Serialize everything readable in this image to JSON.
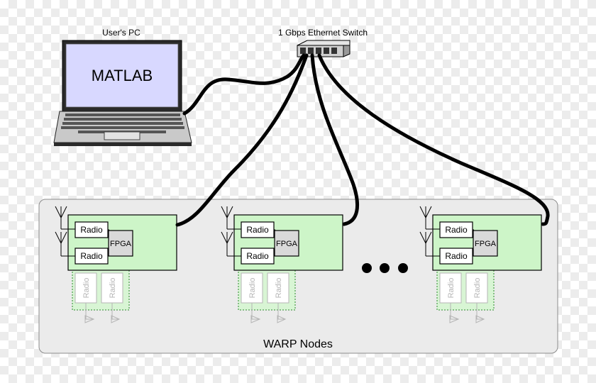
{
  "pc": {
    "caption": "User's PC",
    "screen_text": "MATLAB",
    "screen_color": "#d8d8ff"
  },
  "switch": {
    "caption": "1 Gbps Ethernet Switch"
  },
  "nodes_group": {
    "caption": "WARP Nodes"
  },
  "node": {
    "radio_label": "Radio",
    "fpga_label": "FPGA",
    "board_color": "#cdf5c8"
  },
  "nodes": [
    {
      "id": "node-1"
    },
    {
      "id": "node-2"
    },
    {
      "id": "node-3"
    }
  ],
  "ellipsis": {
    "dot_count": 3
  }
}
